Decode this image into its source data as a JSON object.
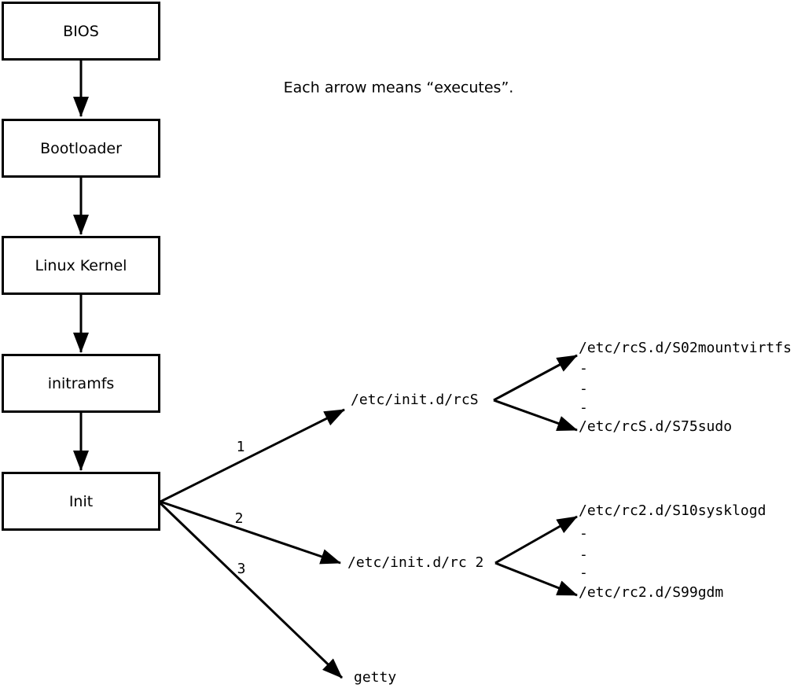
{
  "diagram": {
    "caption": "Each arrow means “executes”.",
    "chain": [
      {
        "label": "BIOS"
      },
      {
        "label": "Bootloader"
      },
      {
        "label": "Linux Kernel"
      },
      {
        "label": "initramfs"
      },
      {
        "label": "Init"
      }
    ],
    "branches": [
      {
        "number": "1",
        "target": "/etc/init.d/rcS",
        "children": [
          "/etc/rcS.d/S02mountvirtfs",
          "-",
          "-",
          "-",
          "/etc/rcS.d/S75sudo"
        ]
      },
      {
        "number": "2",
        "target": "/etc/init.d/rc 2",
        "children": [
          "/etc/rc2.d/S10sysklogd",
          "-",
          "-",
          "-",
          "/etc/rc2.d/S99gdm"
        ]
      },
      {
        "number": "3",
        "target": "getty",
        "children": []
      }
    ],
    "colors": {
      "line": "#000000",
      "background": "#ffffff"
    }
  }
}
